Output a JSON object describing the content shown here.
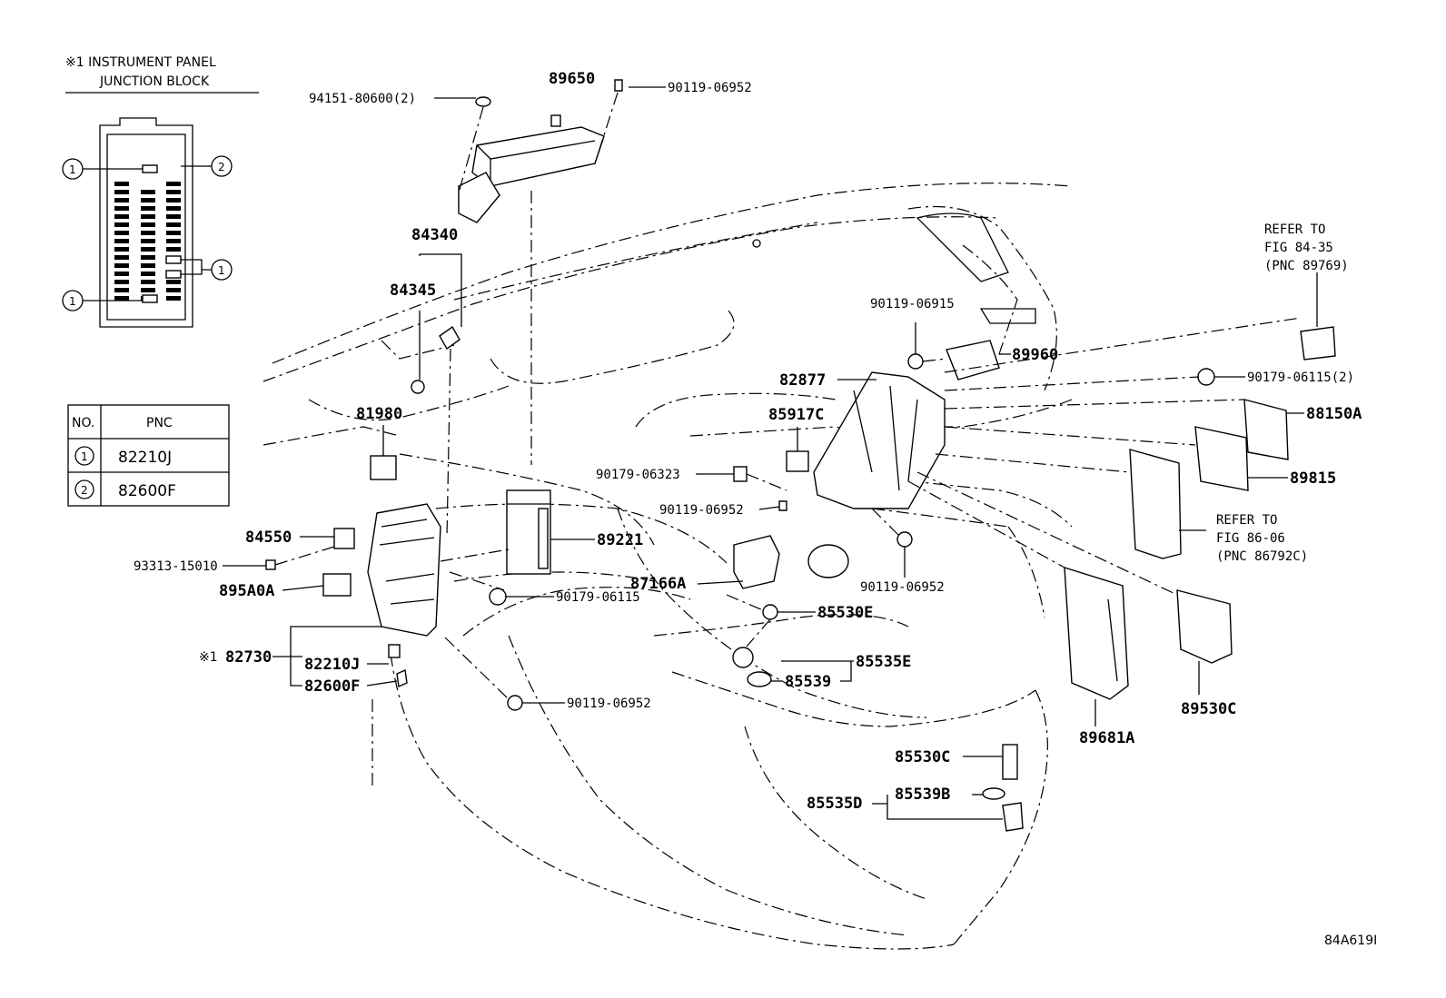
{
  "inset": {
    "title_line1": "※1 INSTRUMENT PANEL",
    "title_line2": "JUNCTION BLOCK",
    "callout_1": "1",
    "callout_2": "2"
  },
  "table": {
    "header_no": "NO.",
    "header_pnc": "PNC",
    "rows": [
      {
        "no": "1",
        "pnc": "82210J"
      },
      {
        "no": "2",
        "pnc": "82600F"
      }
    ]
  },
  "labels": {
    "p94151": "94151-80600(2)",
    "p89650": "89650",
    "p90119_top": "90119-06952",
    "p84340": "84340",
    "p84345": "84345",
    "p81980": "81980",
    "p84550": "84550",
    "p93313": "93313-15010",
    "p895A0A": "895A0A",
    "p82730_mark": "※1",
    "p82730": "82730",
    "p82210J": "82210J",
    "p82600F": "82600F",
    "p90179_06323": "90179-06323",
    "p90119_mid": "90119-06952",
    "p89221": "89221",
    "p90179_06115": "90179-06115",
    "p87166A": "87166A",
    "p90119_low": "90119-06952",
    "p85917C": "85917C",
    "p82877": "82877",
    "p90119_06915": "90119-06915",
    "p89960": "89960",
    "p90119_right": "90119-06952",
    "p85530E": "85530E",
    "p85535E": "85535E",
    "p85539": "85539",
    "p85530C": "85530C",
    "p85535D": "85535D",
    "p85539B": "85539B",
    "p89681A": "89681A",
    "p89530C": "89530C",
    "p89815": "89815",
    "p88150A": "88150A",
    "p90179_2": "90179-06115(2)",
    "refer1_l1": "REFER TO",
    "refer1_l2": "FIG 84-35",
    "refer1_l3": "(PNC 89769)",
    "refer2_l1": "REFER TO",
    "refer2_l2": "FIG 86-06",
    "refer2_l3": "(PNC 86792C)",
    "figure_code": "84A619I"
  }
}
